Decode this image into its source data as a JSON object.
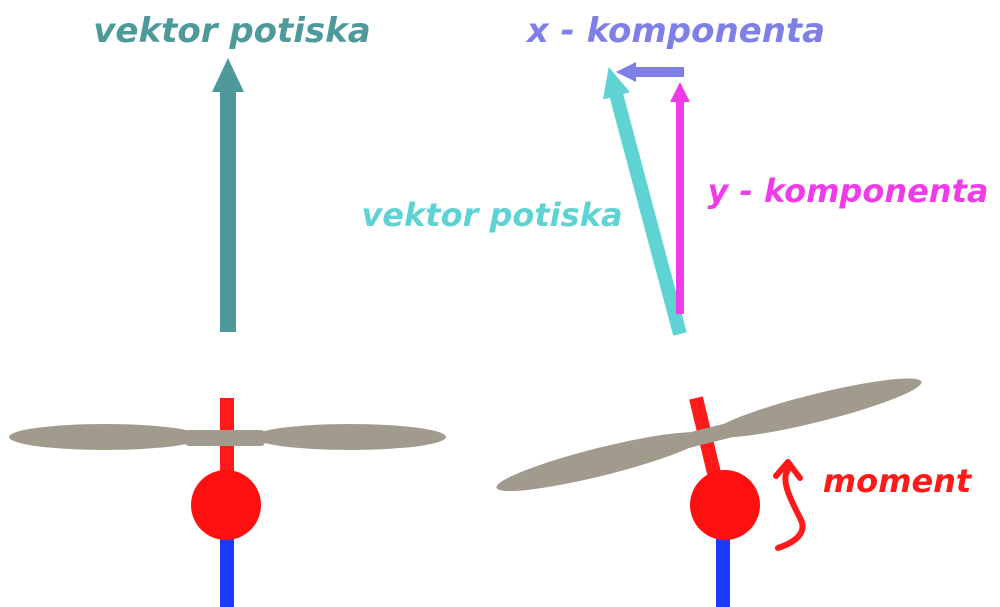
{
  "labels": {
    "left_thrust": "vektor potiska",
    "x_component": "x - komponenta",
    "right_thrust": "vektor potiska",
    "y_component": "y - komponenta",
    "moment": "moment"
  },
  "colors": {
    "left_thrust": "#4e9a9a",
    "right_thrust": "#5fd3d3",
    "x_component": "#7f7fe8",
    "y_component": "#f03ce8",
    "moment": "#ff1a1a",
    "blade": "#a19b8e",
    "shaft_top": "#ff1a1a",
    "hub": "#ff1010",
    "shaft_bottom": "#1a3cff"
  }
}
